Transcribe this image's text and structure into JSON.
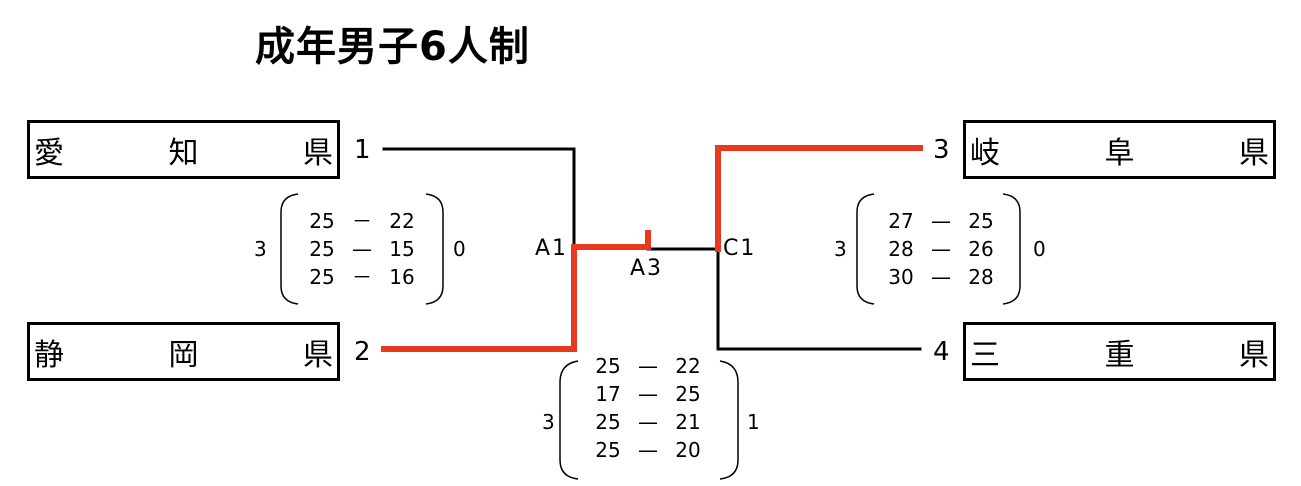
{
  "title": "成年男子6人制",
  "teams": [
    {
      "seed": "1",
      "chars": [
        "愛",
        "知",
        "県"
      ]
    },
    {
      "seed": "2",
      "chars": [
        "静",
        "岡",
        "県"
      ]
    },
    {
      "seed": "3",
      "chars": [
        "岐",
        "阜",
        "県"
      ]
    },
    {
      "seed": "4",
      "chars": [
        "三",
        "重",
        "県"
      ]
    }
  ],
  "match_labels": {
    "a1": "A1",
    "a3": "A3",
    "c1": "C1"
  },
  "matches": [
    {
      "id": "A1",
      "left_sets": "3",
      "right_sets": "0",
      "games": [
        [
          "25",
          "－",
          "22"
        ],
        [
          "25",
          "—",
          "15"
        ],
        [
          "25",
          "－",
          "16"
        ]
      ]
    },
    {
      "id": "C1",
      "left_sets": "3",
      "right_sets": "0",
      "games": [
        [
          "27",
          "—",
          "25"
        ],
        [
          "28",
          "—",
          "26"
        ],
        [
          "30",
          "—",
          "28"
        ]
      ]
    },
    {
      "id": "A3",
      "left_sets": "3",
      "right_sets": "1",
      "games": [
        [
          "25",
          "—",
          "22"
        ],
        [
          "17",
          "—",
          "25"
        ],
        [
          "25",
          "—",
          "21"
        ],
        [
          "25",
          "—",
          "20"
        ]
      ]
    }
  ],
  "colors": {
    "winner_line": "#e8391f",
    "line": "#000000"
  }
}
